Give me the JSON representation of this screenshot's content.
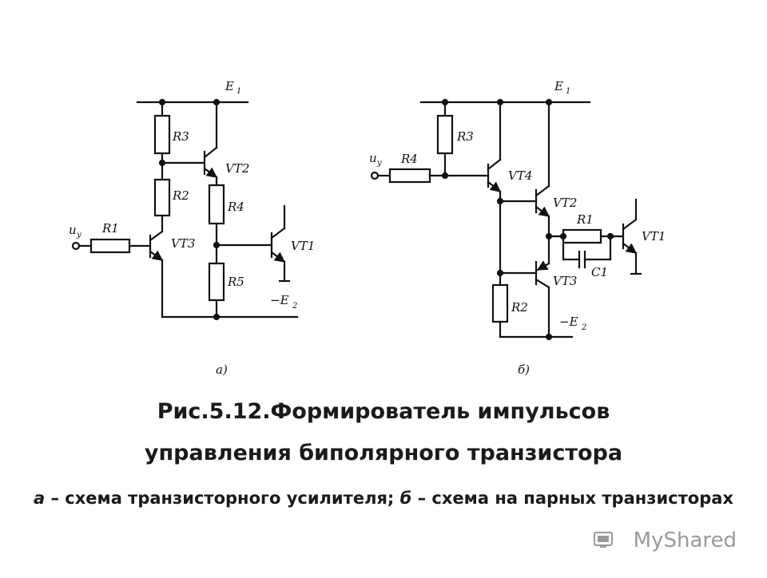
{
  "diagram_a": {
    "supply_top": "E",
    "supply_top_sub": "1",
    "supply_bottom": "−E",
    "supply_bottom_sub": "2",
    "input": "u",
    "input_sub": "y",
    "r1": "R1",
    "r2": "R2",
    "r3": "R3",
    "r4": "R4",
    "r5": "R5",
    "vt1": "VT1",
    "vt2": "VT2",
    "vt3": "VT3",
    "label": "а)"
  },
  "diagram_b": {
    "supply_top": "E",
    "supply_top_sub": "1",
    "supply_bottom": "−E",
    "supply_bottom_sub": "2",
    "input": "u",
    "input_sub": "y",
    "r1": "R1",
    "r2": "R2",
    "r3": "R3",
    "r4": "R4",
    "c1": "C1",
    "vt1": "VT1",
    "vt2": "VT2",
    "vt3": "VT3",
    "vt4": "VT4",
    "label": "б)"
  },
  "caption": {
    "title_line1": "Рис.5.12.Формирователь импульсов",
    "title_line2": "управления биполярного транзистора",
    "desc_a_letter": "а",
    "desc_a_text": " – схема транзисторного усилителя; ",
    "desc_b_letter": "б",
    "desc_b_text": " – схема на парных транзисторах"
  },
  "watermark": "MyShared"
}
